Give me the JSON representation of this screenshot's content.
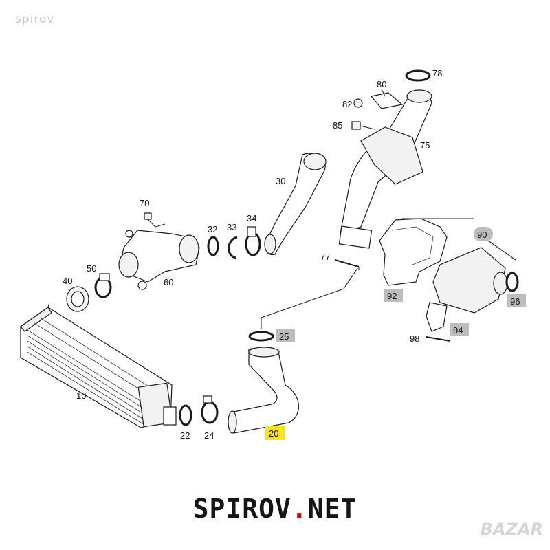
{
  "watermark": "spirov",
  "brand": {
    "name": "SPIROV",
    "dot": ".",
    "tld": "NET"
  },
  "badge": "BAZAR",
  "labels": {
    "l10": "10",
    "l20": "20",
    "l22": "22",
    "l24": "24",
    "l25": "25",
    "l30": "30",
    "l32": "32",
    "l33": "33",
    "l34": "34",
    "l40": "40",
    "l50": "50",
    "l60": "60",
    "l70": "70",
    "l75": "75",
    "l77": "77",
    "l78": "78",
    "l80": "80",
    "l82": "82",
    "l85": "85",
    "l90": "90",
    "l92": "92",
    "l94": "94",
    "l96": "96",
    "l98": "98"
  },
  "highlight_colors": {
    "grey": "#bdbdbd",
    "yellow": "#ffe21a",
    "brand_dot": "#d0021b"
  }
}
